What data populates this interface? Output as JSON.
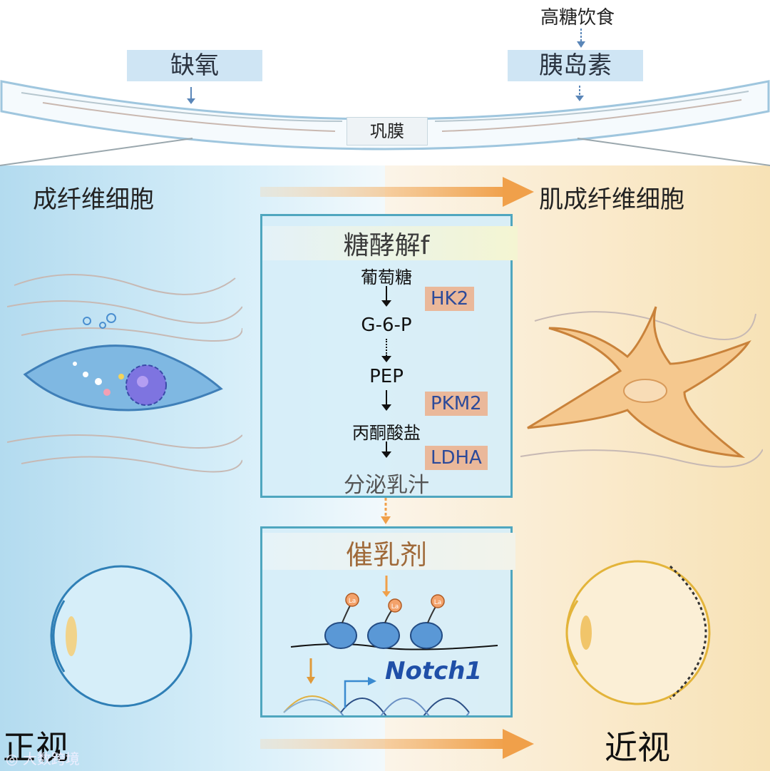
{
  "top": {
    "diet": "高糖饮食",
    "hypoxia": "缺氧",
    "insulin": "胰岛素",
    "sclera": "巩膜"
  },
  "cells": {
    "left": "成纤维细胞",
    "right": "肌成纤维细胞"
  },
  "glycolysis": {
    "title": "糖酵解f",
    "steps": [
      "葡萄糖",
      "G-6-P",
      "PEP",
      "丙酮酸盐",
      "分泌乳汁"
    ],
    "enzymes": [
      "HK2",
      "PKM2",
      "LDHA"
    ]
  },
  "lactate_panel": {
    "title": "催乳剂",
    "mark": "La",
    "gene": "Notch1"
  },
  "bottom": {
    "left": "正视",
    "right": "近视",
    "watermark": "大数跨境"
  },
  "colors": {
    "normal_bg": "#b3dbef",
    "myopia_bg": "#f7e2b6",
    "arrow_orange": "#f0a04a",
    "panel_border": "#4fa6bf",
    "enzyme_box": "#eab89a",
    "gene_blue": "#1f4fa8"
  }
}
